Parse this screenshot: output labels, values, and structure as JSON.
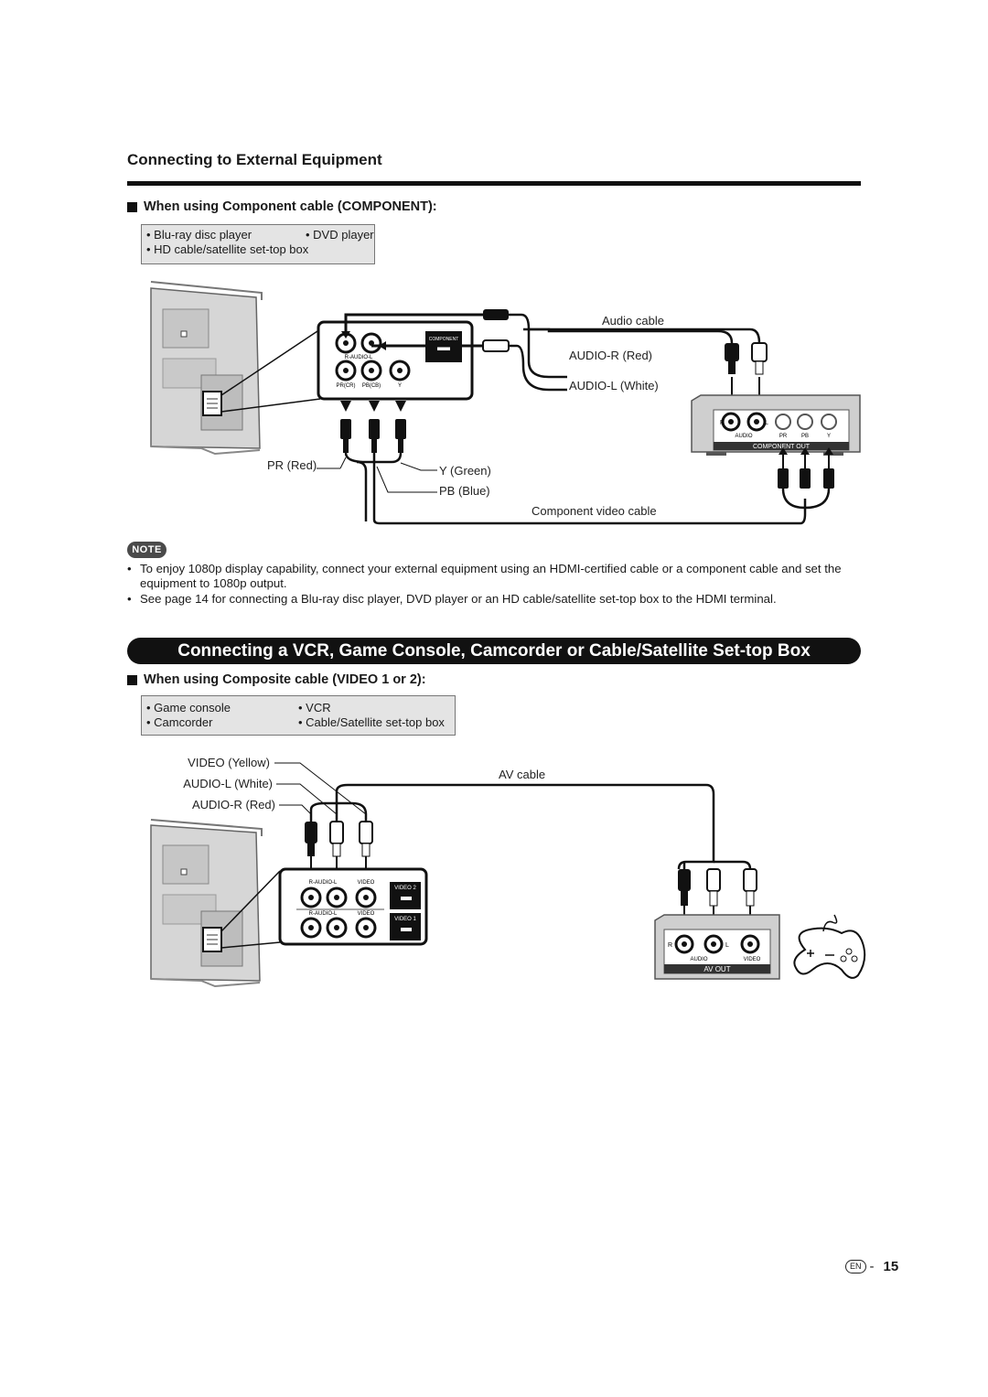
{
  "section_title": "Connecting to External Equipment",
  "component": {
    "heading": "When using Component cable (COMPONENT):",
    "devices": [
      "Blu-ray disc player",
      "DVD player",
      "HD cable/satellite set-top box"
    ],
    "labels": {
      "audio_cable": "Audio cable",
      "audio_r": "AUDIO-R (Red)",
      "audio_l": "AUDIO-L (White)",
      "pr": "PR (Red)",
      "y": "Y (Green)",
      "pb": "PB (Blue)",
      "video_cable": "Component video cable"
    },
    "panel": {
      "component": "COMPONENT",
      "r_audio_l": "R-AUDIO-L",
      "pr_cr": "PR(CR)",
      "pb_cb": "PB(CB)",
      "y": "Y",
      "r": "R",
      "l": "L",
      "audio": "AUDIO",
      "pr": "PR",
      "pb": "PB",
      "component_out": "COMPONENT OUT"
    }
  },
  "note": {
    "badge": "NOTE",
    "items": [
      "To enjoy 1080p display capability, connect your external equipment using an HDMI-certified cable or a component cable and set the equipment to 1080p output.",
      "See page 14 for connecting a Blu-ray disc player, DVD player or an HD cable/satellite set-top box to the HDMI terminal."
    ]
  },
  "banner": "Connecting a VCR, Game Console, Camcorder or Cable/Satellite Set-top Box",
  "composite": {
    "heading": "When using Composite cable (VIDEO 1 or 2):",
    "devices": [
      "Game console",
      "VCR",
      "Camcorder",
      "Cable/Satellite set-top box"
    ],
    "labels": {
      "video": "VIDEO (Yellow)",
      "audio_l": "AUDIO-L (White)",
      "audio_r": "AUDIO-R (Red)",
      "av_cable": "AV cable"
    },
    "panel": {
      "r_audio_l": "R-AUDIO-L",
      "video": "VIDEO",
      "video2": "VIDEO 2",
      "video1": "VIDEO 1",
      "r": "R",
      "l": "L",
      "audio": "AUDIO",
      "av_out": "AV OUT"
    }
  },
  "footer": {
    "lang": "EN",
    "page": "15"
  }
}
